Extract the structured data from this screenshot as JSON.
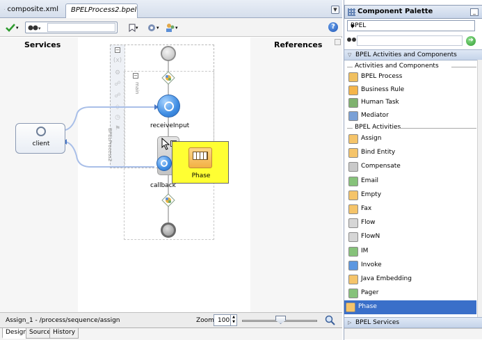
{
  "editor": {
    "tabs": [
      {
        "label": "composite.xml",
        "icon": "composite-icon"
      },
      {
        "label": "BPELProcess2.bpel",
        "icon": "bpel-icon"
      }
    ],
    "toolbar": {
      "validate_icon": "checkmark-icon",
      "search_placeholder": ""
    },
    "lanes": {
      "services": "Services",
      "references": "References"
    },
    "nodes": {
      "client": "client",
      "receive": "receiveInput",
      "callback": "callback"
    },
    "side_labels": {
      "process": "BPELProcess2",
      "main": "main"
    },
    "drag_popup": {
      "label": "Phase"
    },
    "status": {
      "path": "Assign_1 - /process/sequence/assign",
      "zoom_label": "Zoom:",
      "zoom_value": "100"
    },
    "bottom_tabs": [
      "Design",
      "Source",
      "History"
    ]
  },
  "palette": {
    "title": "Component Palette",
    "selected_page": "BPEL",
    "search_value": "",
    "accordion_top": "BPEL Activities and Components",
    "section1": "Activities and Components",
    "section1_items": [
      {
        "label": "BPEL Process",
        "color": "#f0c060"
      },
      {
        "label": "Business Rule",
        "color": "#f5b54a"
      },
      {
        "label": "Human Task",
        "color": "#7fb26f"
      },
      {
        "label": "Mediator",
        "color": "#7aa0d6"
      }
    ],
    "section2": "BPEL Activities",
    "section2_items": [
      {
        "label": "Assign",
        "color": "#f5c46a"
      },
      {
        "label": "Bind Entity",
        "color": "#f5c46a"
      },
      {
        "label": "Compensate",
        "color": "#c9c9c9"
      },
      {
        "label": "Email",
        "color": "#86c27a"
      },
      {
        "label": "Empty",
        "color": "#f5c46a"
      },
      {
        "label": "Fax",
        "color": "#f5c46a"
      },
      {
        "label": "Flow",
        "color": "#d6d6d6"
      },
      {
        "label": "FlowN",
        "color": "#d6d6d6"
      },
      {
        "label": "IM",
        "color": "#86c27a"
      },
      {
        "label": "Invoke",
        "color": "#5c97e0"
      },
      {
        "label": "Java Embedding",
        "color": "#f5c46a"
      },
      {
        "label": "Pager",
        "color": "#86c27a"
      },
      {
        "label": "Phase",
        "color": "#f5c46a"
      }
    ],
    "accordion_bottom": "BPEL Services",
    "colors": {
      "selection": "#3a6fc9",
      "accent": "#4a79c8"
    }
  }
}
